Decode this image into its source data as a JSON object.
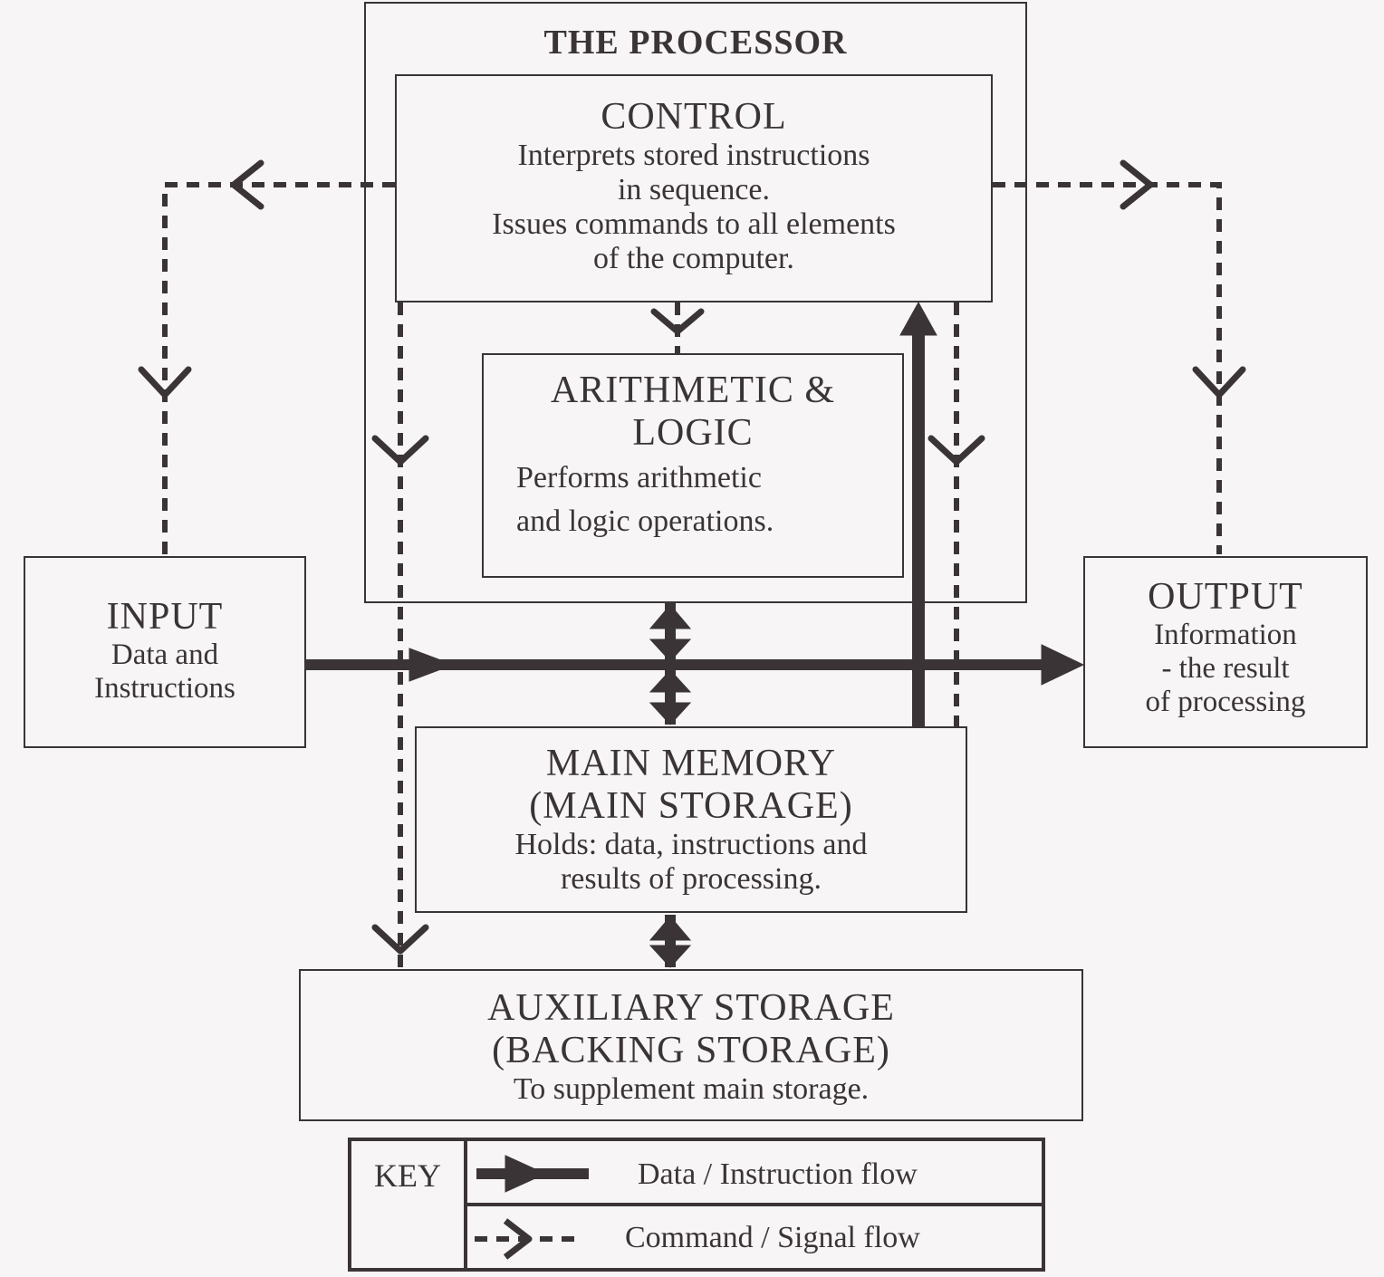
{
  "processor": {
    "title": "THE PROCESSOR"
  },
  "control": {
    "title": "CONTROL",
    "lines": [
      "Interprets stored instructions",
      "in sequence.",
      "Issues commands to all elements",
      "of the computer."
    ]
  },
  "alu": {
    "title_lines": [
      "ARITHMETIC &",
      "LOGIC"
    ],
    "lines": [
      "Performs arithmetic",
      "and logic operations."
    ]
  },
  "input": {
    "title": "INPUT",
    "lines": [
      "Data and",
      "Instructions"
    ]
  },
  "output": {
    "title": "OUTPUT",
    "lines": [
      "Information",
      "- the result",
      "of processing"
    ]
  },
  "memory": {
    "title_lines": [
      "MAIN MEMORY",
      "(MAIN STORAGE)"
    ],
    "lines": [
      "Holds: data, instructions and",
      "results of processing."
    ]
  },
  "auxiliary": {
    "title_lines": [
      "AUXILIARY STORAGE",
      "(BACKING STORAGE)"
    ],
    "lines": [
      "To supplement main storage."
    ]
  },
  "key": {
    "label": "KEY",
    "data_flow": "Data / Instruction flow",
    "command_flow": "Command / Signal flow"
  },
  "colors": {
    "ink": "#3a3436",
    "paper": "#f7f5f5"
  }
}
